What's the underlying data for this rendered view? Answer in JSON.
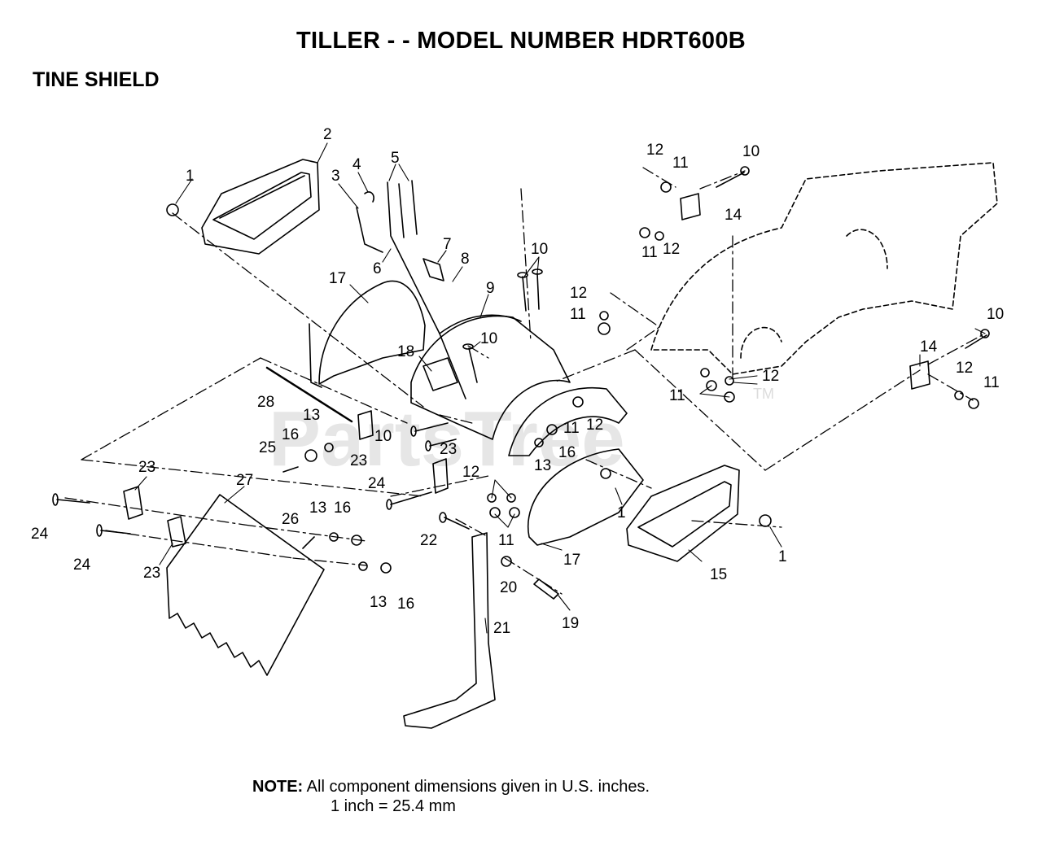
{
  "header": {
    "title": "TILLER - - MODEL NUMBER HDRT600B",
    "section": "TINE SHIELD"
  },
  "watermark": {
    "text": "PartsTree",
    "tm": "TM"
  },
  "note": {
    "label": "NOTE:",
    "line1": "All component dimensions given in U.S. inches.",
    "line2": "1 inch = 25.4 mm"
  },
  "callouts": [
    {
      "id": "c1",
      "text": "1"
    },
    {
      "id": "c2",
      "text": "2"
    },
    {
      "id": "c3",
      "text": "3"
    },
    {
      "id": "c4",
      "text": "4"
    },
    {
      "id": "c5",
      "text": "5"
    },
    {
      "id": "c6",
      "text": "6"
    },
    {
      "id": "c7",
      "text": "7"
    },
    {
      "id": "c8",
      "text": "8"
    },
    {
      "id": "c9",
      "text": "9"
    },
    {
      "id": "c10",
      "text": "10"
    },
    {
      "id": "c11",
      "text": "11"
    },
    {
      "id": "c12",
      "text": "12"
    },
    {
      "id": "c13",
      "text": "13"
    },
    {
      "id": "c14",
      "text": "14"
    },
    {
      "id": "c15",
      "text": "15"
    },
    {
      "id": "c16",
      "text": "16"
    },
    {
      "id": "c17",
      "text": "17"
    },
    {
      "id": "c18",
      "text": "18"
    },
    {
      "id": "c19",
      "text": "19"
    },
    {
      "id": "c20",
      "text": "20"
    },
    {
      "id": "c21",
      "text": "21"
    },
    {
      "id": "c22",
      "text": "22"
    },
    {
      "id": "c23",
      "text": "23"
    },
    {
      "id": "c24",
      "text": "24"
    },
    {
      "id": "c25",
      "text": "25"
    },
    {
      "id": "c26",
      "text": "26"
    },
    {
      "id": "c27",
      "text": "27"
    },
    {
      "id": "c28",
      "text": "28"
    }
  ]
}
